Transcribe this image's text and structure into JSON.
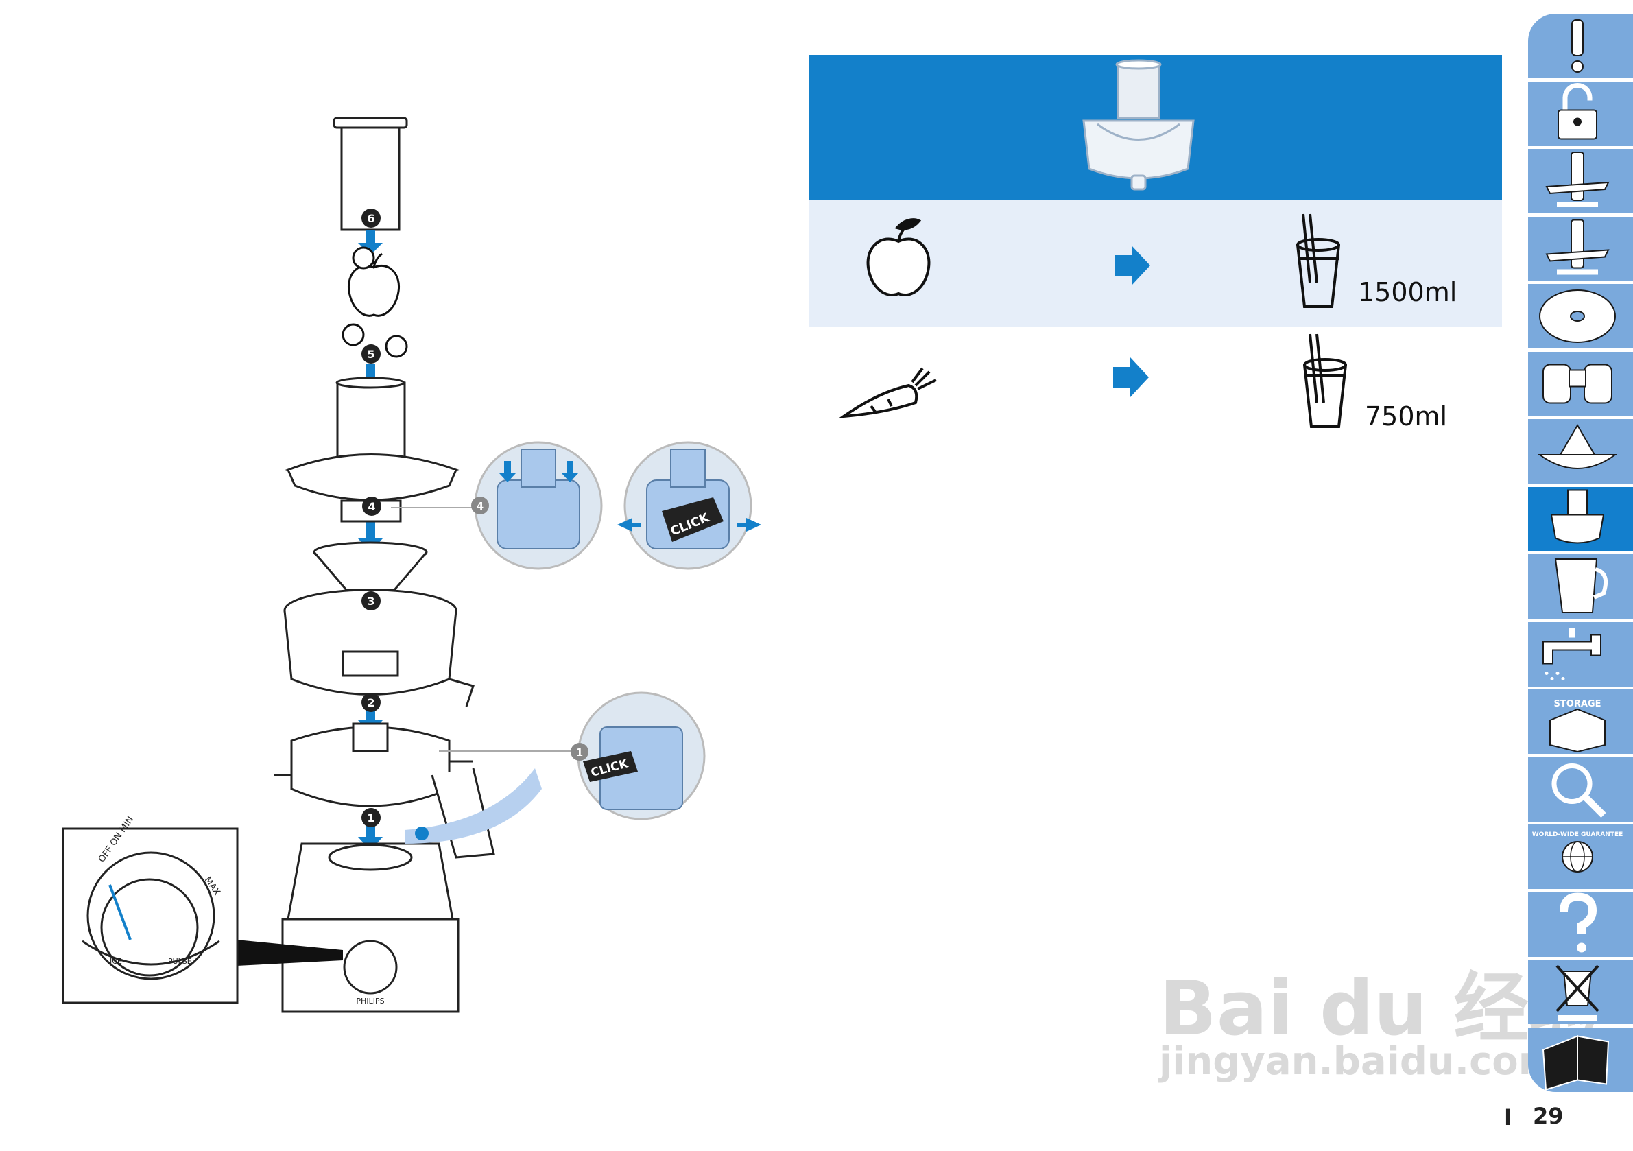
{
  "table": {
    "rows": [
      {
        "ingredient_icon": "apple-icon",
        "arrow_icon": "arrow-right-icon",
        "result_icon": "glass-icon",
        "volume": "1500ml"
      },
      {
        "ingredient_icon": "carrot-icon",
        "arrow_icon": "arrow-right-icon",
        "result_icon": "glass-icon",
        "volume": "750ml"
      }
    ]
  },
  "assembly": {
    "steps": [
      "6",
      "5",
      "4",
      "3",
      "2",
      "1"
    ],
    "detail_step_4": "4",
    "detail_step_1": "1",
    "click_label": "CLICK",
    "knob_labels": {
      "off_on_min": "OFF ON MIN",
      "max": "MAX",
      "ice": "ICE",
      "pulse": "PULSE"
    },
    "brand": "PHILIPS"
  },
  "sidebar": {
    "tabs": [
      {
        "icon": "exclamation-icon",
        "active": false
      },
      {
        "icon": "unlocked-padlock-icon",
        "active": false
      },
      {
        "icon": "kneading-blade-icon",
        "active": false
      },
      {
        "icon": "chopping-blade-icon",
        "active": false
      },
      {
        "icon": "disc-icon",
        "active": false
      },
      {
        "icon": "dough-tool-icon",
        "active": false
      },
      {
        "icon": "citrus-press-icon",
        "active": false
      },
      {
        "icon": "juicer-icon",
        "active": true
      },
      {
        "icon": "blender-jar-icon",
        "active": false
      },
      {
        "icon": "tap-icon",
        "active": false
      },
      {
        "icon": "storage-box-icon",
        "label": "STORAGE",
        "active": false
      },
      {
        "icon": "magnifier-icon",
        "active": false
      },
      {
        "icon": "globe-icon",
        "label": "WORLD-WIDE GUARANTEE",
        "active": false
      },
      {
        "icon": "question-icon",
        "active": false
      },
      {
        "icon": "crossed-bin-icon",
        "active": false
      },
      {
        "icon": "book-icon",
        "active": false
      }
    ],
    "colors": {
      "tab": "#7aa9dc",
      "active": "#137fcd",
      "header": "#1380ca",
      "row_shade": "#e6eef9"
    }
  },
  "footer": {
    "page_number": "29",
    "marker": "I"
  },
  "watermark": {
    "brand": "Bai du 经验",
    "url": "jingyan.baidu.com"
  }
}
